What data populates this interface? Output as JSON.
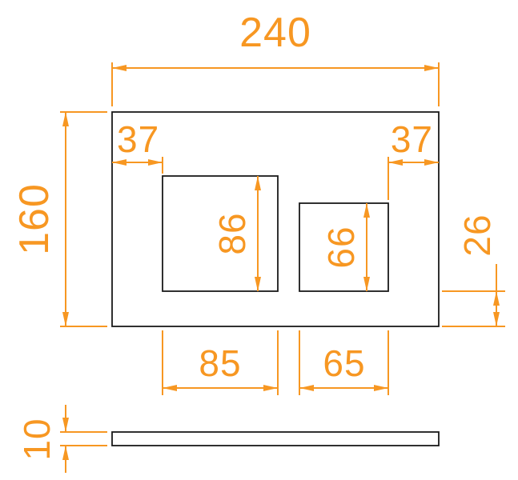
{
  "drawing": {
    "type": "technical-dimension-drawing",
    "colors": {
      "dimension": "#F79722",
      "outline": "#1a1a1a",
      "background": "#ffffff"
    },
    "front_view": {
      "overall_width": "240",
      "overall_height": "160",
      "cutout_left_offset": "37",
      "cutout_right_offset": "37",
      "cutout_left_height": "86",
      "cutout_right_height": "66",
      "cutout_left_width": "85",
      "cutout_right_width": "65",
      "bottom_margin": "26"
    },
    "side_view": {
      "thickness": "10"
    }
  }
}
